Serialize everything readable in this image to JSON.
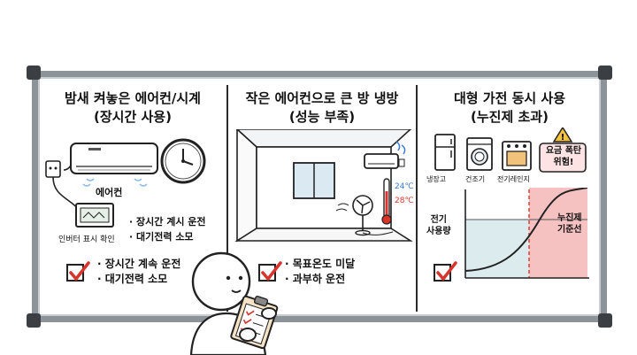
{
  "panels": [
    {
      "title_line1": "밤새 켜놓은 에어컨/시계",
      "title_line2": "(장시간 사용)",
      "ac_label": "에어컨",
      "display_label": "인버터 표시 확인",
      "side_bullets": [
        "· 장시간 계시 운전",
        "· 대기전력 소모"
      ],
      "check_bullets": [
        "· 장시간 계속 운전",
        "· 대기전력 소모"
      ]
    },
    {
      "title_line1": "작은 에어컨으로 큰 방 냉방",
      "title_line2": "(성능 부족)",
      "temp_high": "24℃",
      "temp_low": "28℃",
      "check_bullets": [
        "· 목표온도 미달",
        "· 과부하 운전"
      ]
    },
    {
      "title_line1": "대형 가전 동시 사용",
      "title_line2": "(누진제 초과)",
      "appliances": [
        "냉장고",
        "건조기",
        "전기레인지"
      ],
      "warning": [
        "요금 폭탄",
        "위험!"
      ],
      "y_label": [
        "전기",
        "사용량"
      ],
      "threshold_label": [
        "누진제",
        "기준선"
      ]
    }
  ],
  "colors": {
    "warning_red": "#e05a5a",
    "warning_bg": "#f6c1c1",
    "safe_bg": "#dcecee",
    "heat_red": "#d9342b",
    "cool_blue": "#3a7bd5"
  }
}
